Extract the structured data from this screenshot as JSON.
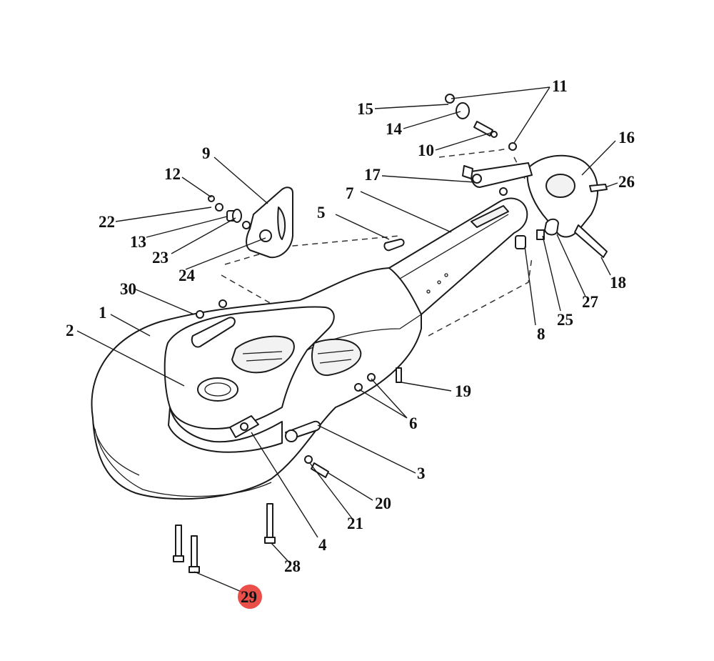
{
  "diagram": {
    "highlight_color": "#e8302a",
    "callouts": [
      "1",
      "2",
      "3",
      "4",
      "5",
      "6",
      "7",
      "8",
      "9",
      "10",
      "11",
      "12",
      "13",
      "14",
      "15",
      "16",
      "17",
      "18",
      "19",
      "20",
      "21",
      "22",
      "23",
      "24",
      "25",
      "26",
      "27",
      "28",
      "29",
      "30"
    ],
    "highlighted": "29"
  }
}
